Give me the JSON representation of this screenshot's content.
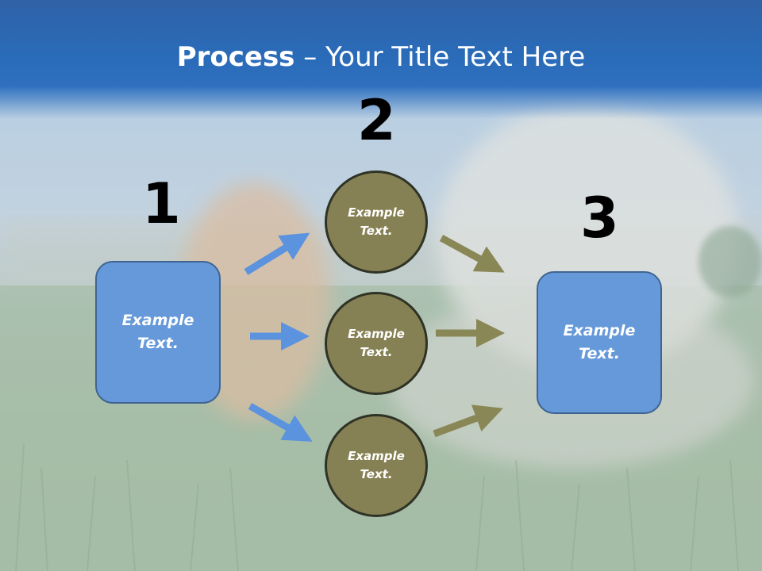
{
  "title": {
    "bold": "Process",
    "rest": " – Your Title Text Here"
  },
  "steps": [
    "1",
    "2",
    "3"
  ],
  "left_box": {
    "line1": "Example",
    "line2": "Text."
  },
  "circles": [
    {
      "line1": "Example",
      "line2": "Text."
    },
    {
      "line1": "Example",
      "line2": "Text."
    },
    {
      "line1": "Example",
      "line2": "Text."
    }
  ],
  "right_box": {
    "line1": "Example",
    "line2": "Text."
  },
  "colors": {
    "header": "#2a6bb8",
    "box_fill": "#6699d9",
    "circle_fill": "#868154",
    "blue_arrow": "#5b93de",
    "olive_arrow": "#8a8756"
  }
}
